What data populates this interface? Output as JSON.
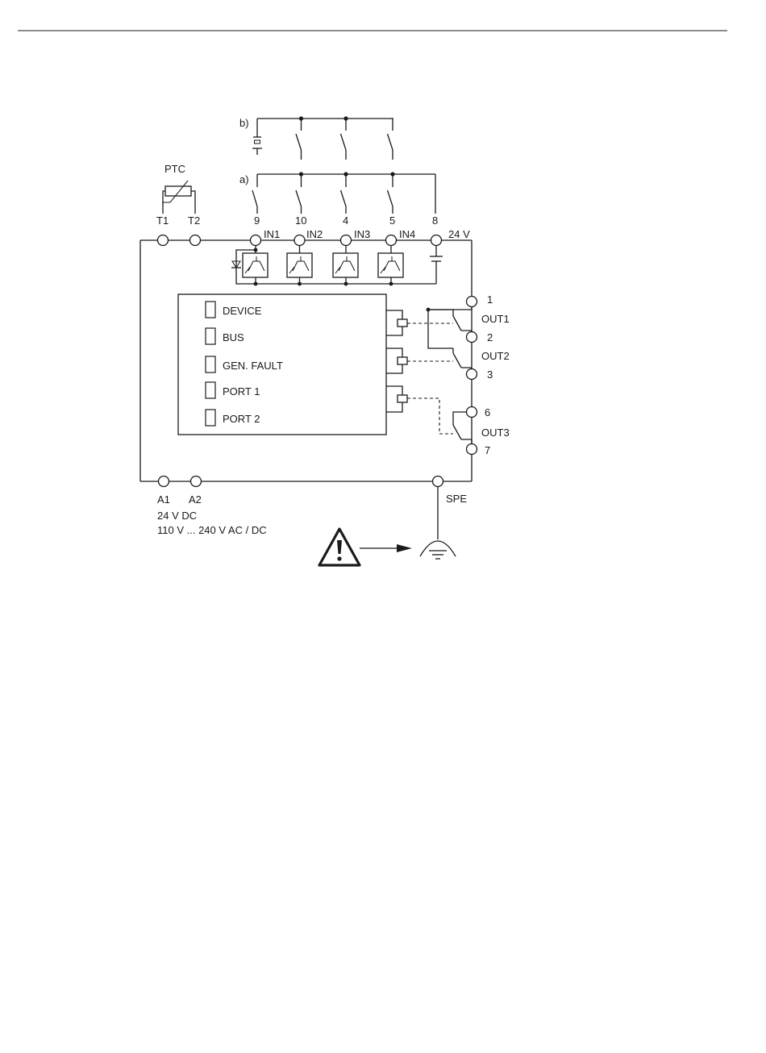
{
  "labels": {
    "option_b": "b)",
    "option_a": "a)",
    "ptc": "PTC",
    "t1": "T1",
    "t2": "T2",
    "in_terminals": [
      "9",
      "10",
      "4",
      "5",
      "8"
    ],
    "inputs": [
      "IN1",
      "IN2",
      "IN3",
      "IN4"
    ],
    "supply_24v": "24 V",
    "out_terminals": [
      "1",
      "2",
      "3",
      "6",
      "7"
    ],
    "outputs": [
      "OUT1",
      "OUT2",
      "OUT3"
    ],
    "a1": "A1",
    "a2": "A2",
    "supply_dc": "24 V DC",
    "supply_ac_dc": "110 V ... 240 V AC / DC",
    "spe": "SPE"
  },
  "leds": [
    "DEVICE",
    "BUS",
    "GEN. FAULT",
    "PORT 1",
    "PORT 2"
  ]
}
